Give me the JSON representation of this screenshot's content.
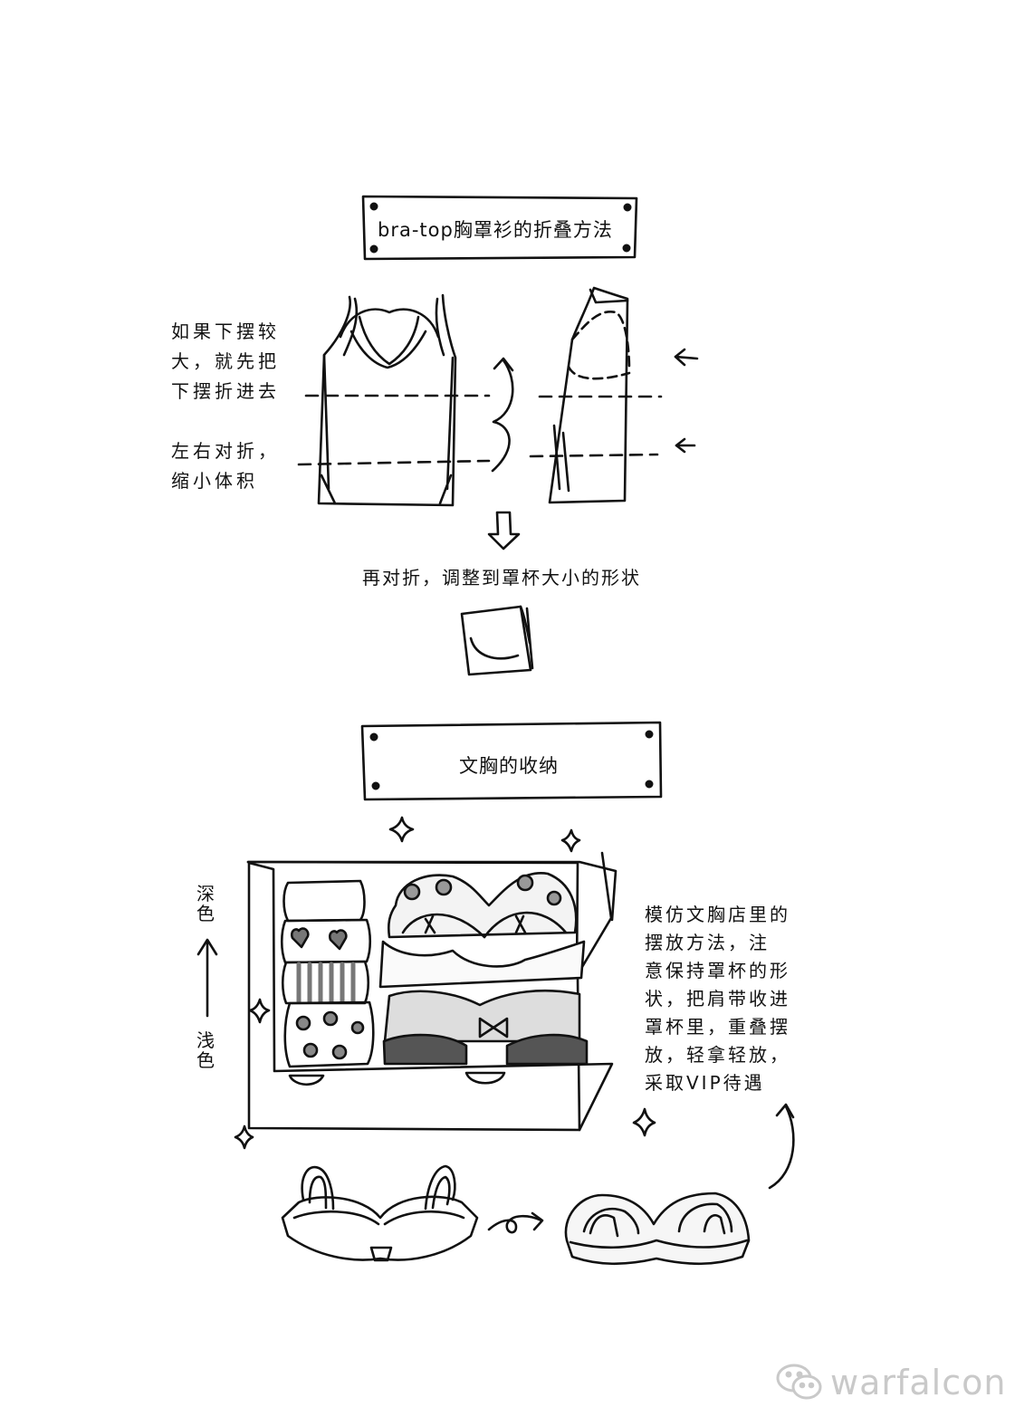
{
  "section1": {
    "title": "bra-top胸罩衫的折叠方法",
    "note_hem": [
      "如果下摆较",
      "大，就先把",
      "下摆折进去"
    ],
    "note_fold": [
      "左右对折，",
      "缩小体积"
    ],
    "caption": "再对折，调整到罩杯大小的形状"
  },
  "section2": {
    "title": "文胸的收纳",
    "dark_label": "深色",
    "light_label": "浅色",
    "note": [
      "模仿文胸店里的",
      "摆放方法，注",
      "意保持罩杯的形",
      "状，把肩带收进",
      "罩杯里，重叠摆",
      "放，轻拿轻放，",
      "采取VIP待遇"
    ]
  },
  "watermark": {
    "text": "warfalcon",
    "icon": "wechat-icon"
  }
}
